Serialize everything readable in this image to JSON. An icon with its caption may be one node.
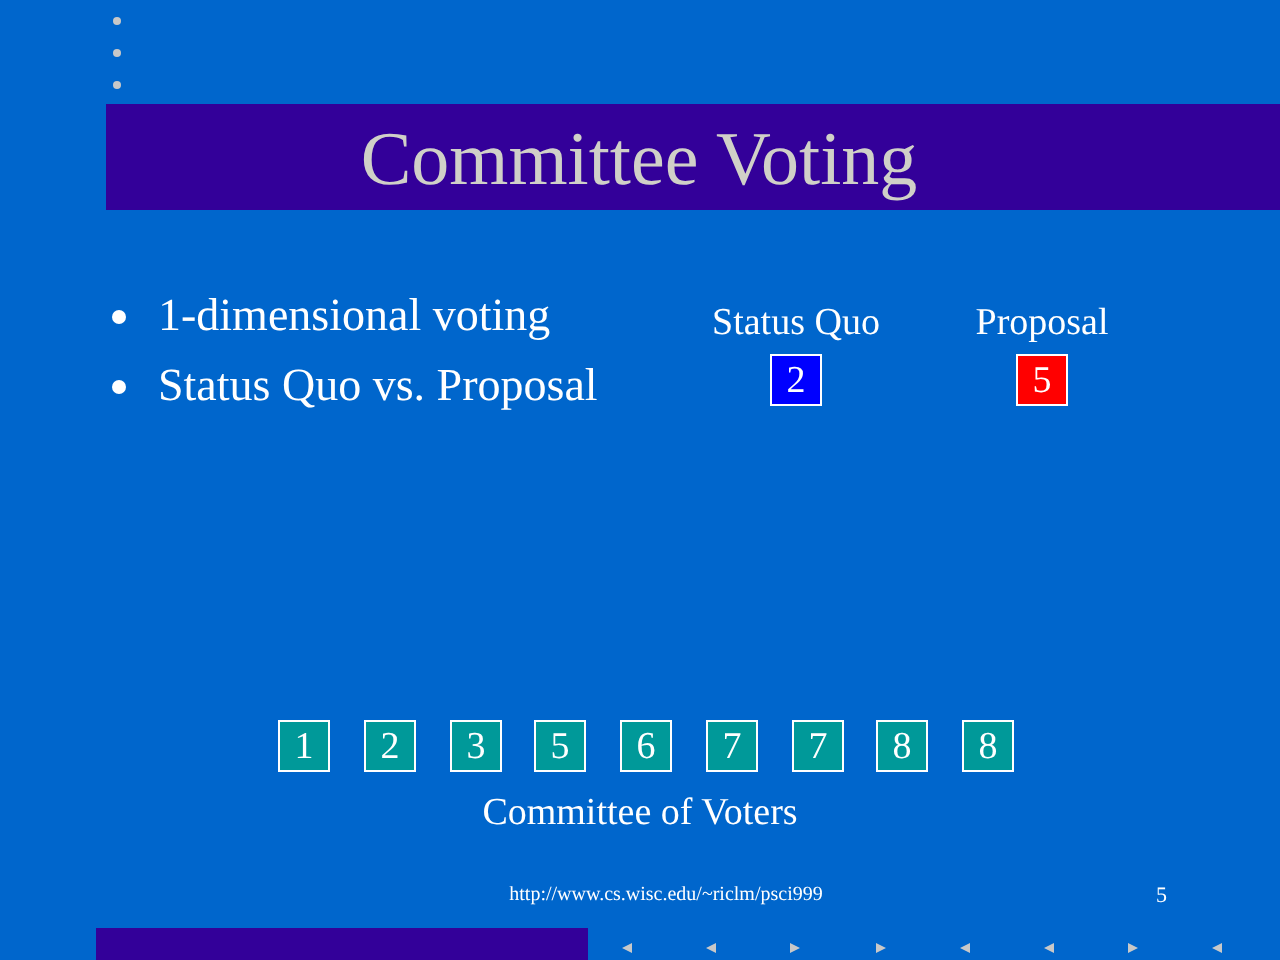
{
  "diagram": {
    "title": "Committee Voting",
    "nodes": [
      {
        "text": [
          "Status Quo",
          "2"
        ]
      },
      {
        "text": [
          "Proposal",
          "5"
        ]
      },
      {
        "text": [
          "1"
        ]
      },
      {
        "text": [
          "2"
        ]
      },
      {
        "text": [
          "3"
        ]
      },
      {
        "text": [
          "5"
        ]
      },
      {
        "text": [
          "6"
        ]
      },
      {
        "text": [
          "7"
        ]
      },
      {
        "text": [
          "7"
        ]
      },
      {
        "text": [
          "8"
        ]
      },
      {
        "text": [
          "8"
        ]
      }
    ],
    "labels": [
      "1-dimensional voting",
      "Status Quo vs. Proposal",
      "Committee of Voters",
      "http://www.cs.wisc.edu/~riclm/psci999",
      "5"
    ]
  }
}
